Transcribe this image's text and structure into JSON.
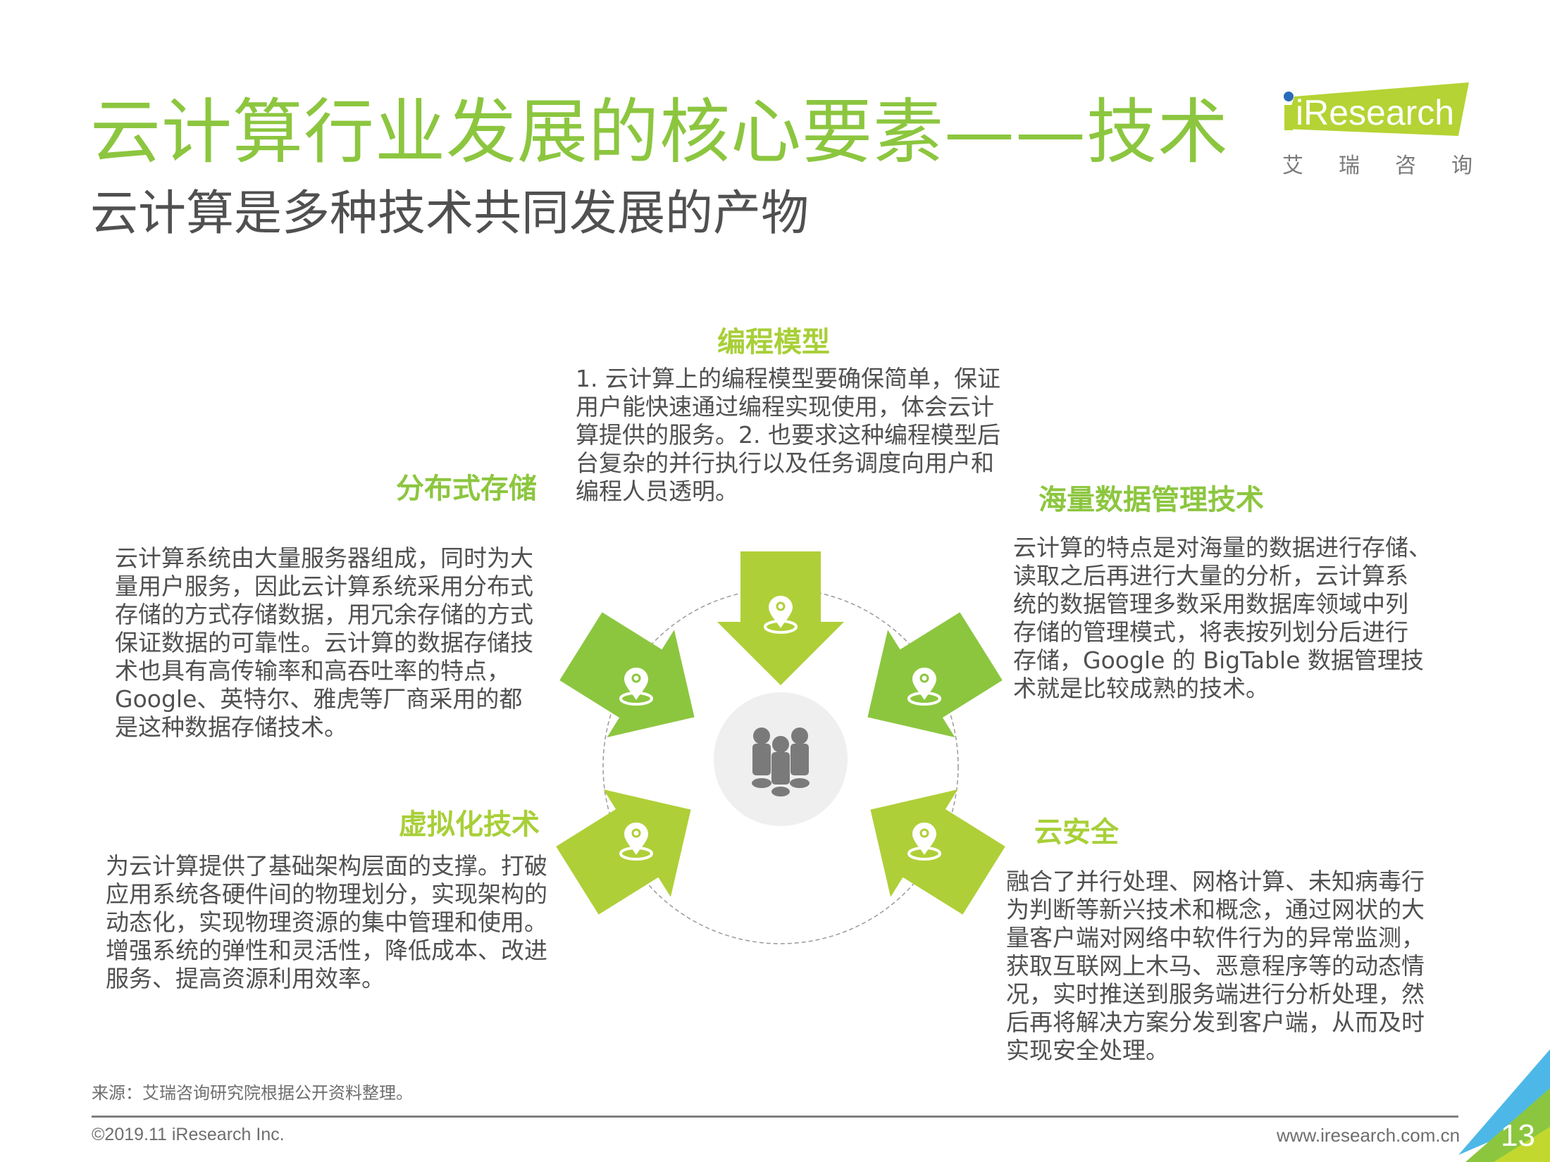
{
  "header": {
    "title": "云计算行业发展的核心要素——技术",
    "subtitle": "云计算是多种技术共同发展的产物"
  },
  "logo": {
    "brand": "iResearch",
    "brand_cn": [
      "艾",
      "瑞",
      "咨",
      "询"
    ],
    "colors": {
      "accent_green": "#b5d334",
      "dot_blue": "#2a6ab8"
    }
  },
  "diagram": {
    "center_icon": "people-group-icon",
    "arrow_icon": "location-pin-icon",
    "colors": {
      "arrow_lime": "#afcf38",
      "arrow_green": "#8cc63f",
      "center_circle": "#efefef",
      "people": "#7a7a7a",
      "ring": "#9a9a9a"
    }
  },
  "sections": {
    "programming_model": {
      "heading": "编程模型",
      "lines": [
        "1. 云计算上的编程模型要确保简单，保证",
        "用户能快速通过编程实现使用，体会云计",
        "算提供的服务。2. 也要求这种编程模型后",
        "台复杂的并行执行以及任务调度向用户和",
        "编程人员透明。"
      ]
    },
    "distributed_storage": {
      "heading": "分布式存储",
      "lines": [
        "云计算系统由大量服务器组成，同时为大",
        "量用户服务，因此云计算系统采用分布式",
        "存储的方式存储数据，用冗余存储的方式",
        "保证数据的可靠性。云计算的数据存储技",
        "术也具有高传输率和高吞吐率的特点，",
        "Google、英特尔、雅虎等厂商采用的都",
        "是这种数据存储技术。"
      ]
    },
    "data_management": {
      "heading": "海量数据管理技术",
      "lines": [
        "云计算的特点是对海量的数据进行存储、",
        "读取之后再进行大量的分析，云计算系",
        "统的数据管理多数采用数据库领域中列",
        "存储的管理模式，将表按列划分后进行",
        "存储，Google 的 BigTable 数据管理技",
        "术就是比较成熟的技术。"
      ]
    },
    "virtualization": {
      "heading": "虚拟化技术",
      "lines": [
        "为云计算提供了基础架构层面的支撑。打破",
        "应用系统各硬件间的物理划分，实现架构的",
        "动态化，实现物理资源的集中管理和使用。",
        "增强系统的弹性和灵活性，降低成本、改进",
        "服务、提高资源利用效率。"
      ]
    },
    "cloud_security": {
      "heading": "云安全",
      "lines": [
        "融合了并行处理、网格计算、未知病毒行",
        "为判断等新兴技术和概念，通过网状的大",
        "量客户端对网络中软件行为的异常监测，",
        "获取互联网上木马、恶意程序等的动态情",
        "况，实时推送到服务端进行分析处理，然",
        "后再将解决方案分发到客户端，从而及时",
        "实现安全处理。"
      ]
    }
  },
  "footer": {
    "source": "来源：艾瑞咨询研究院根据公开资料整理。",
    "copyright": "©2019.11 iResearch Inc.",
    "website": "www.iresearch.com.cn",
    "page_number": "13",
    "corner_colors": {
      "blue": "#4db8e8",
      "green": "#8cc63f",
      "lime": "#c2d82e"
    }
  }
}
